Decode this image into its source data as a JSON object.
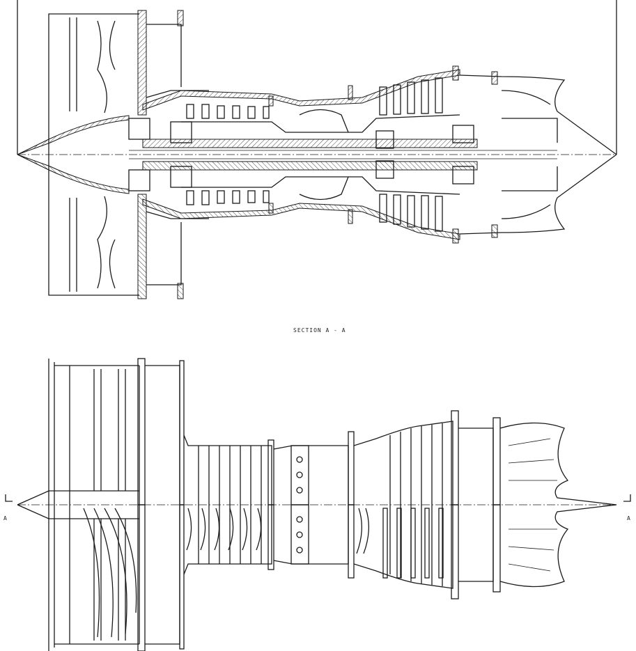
{
  "drawing": {
    "section_label": "SECTION A - A",
    "cut_marker_left": "A",
    "cut_marker_right": "A",
    "line_color": "#1a1a1a"
  }
}
